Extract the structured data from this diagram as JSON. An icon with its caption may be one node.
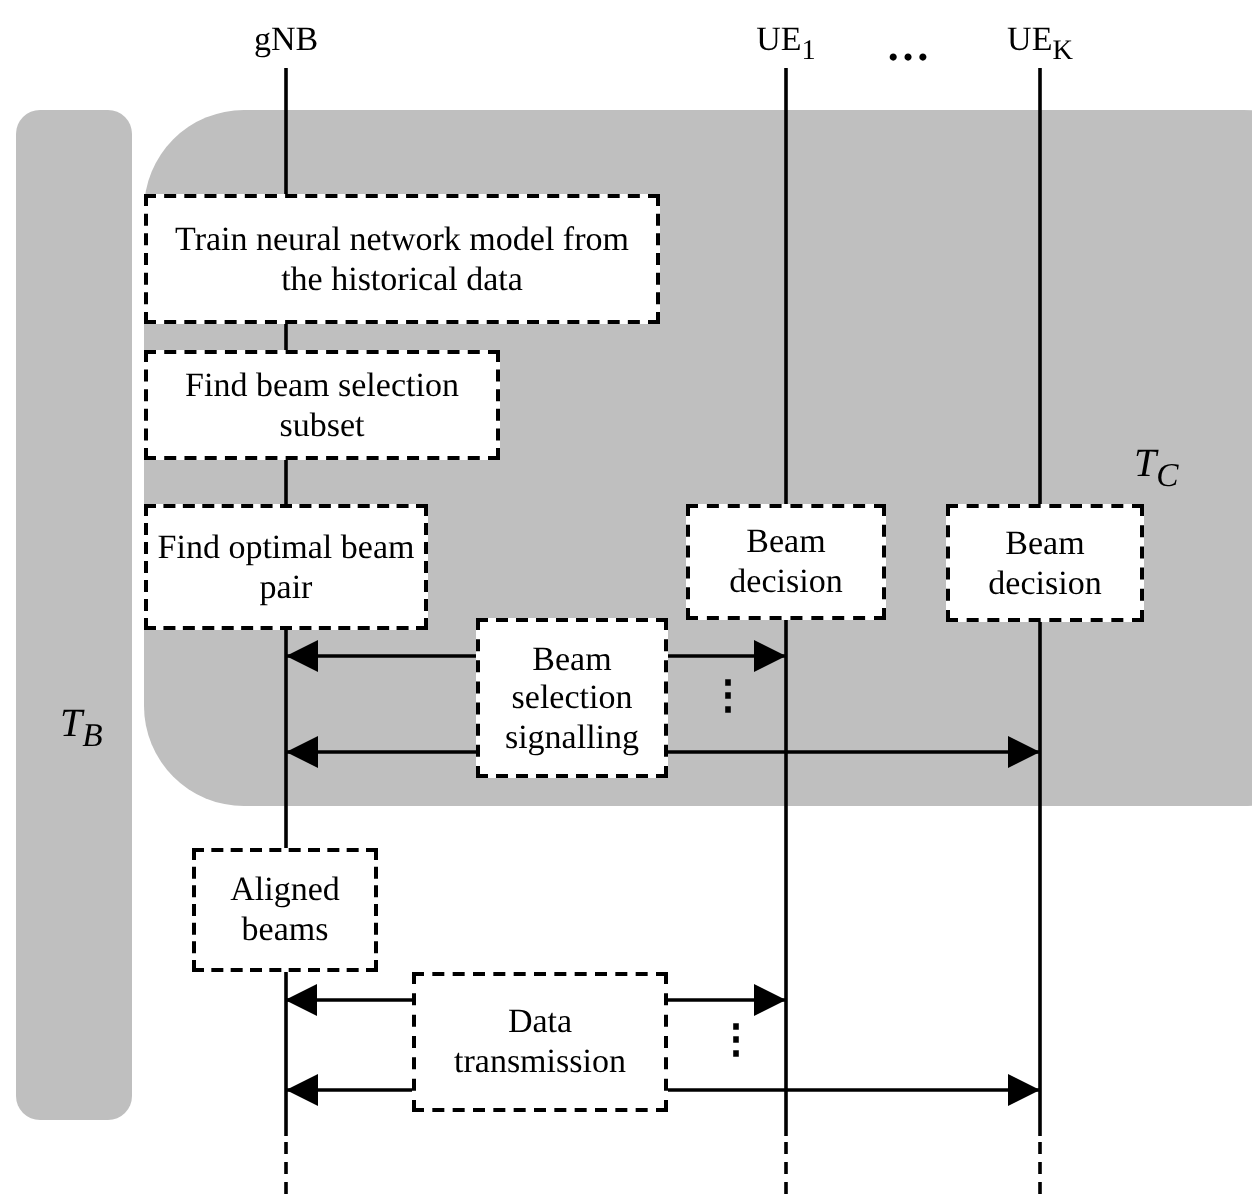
{
  "diagram": {
    "nodes": [
      {
        "text": [
          "T$_{B}$"
        ]
      },
      {
        "text": [
          "T$_{C}$"
        ]
      },
      {
        "text": [
          "gNB"
        ]
      },
      {
        "text": [
          "UE$_{1}$"
        ]
      },
      {
        "text": [
          "UE$_{K}$"
        ]
      },
      {
        "text": [
          "Train neural network model from the historical data"
        ],
        "in": 1
      },
      {
        "text": [
          "Find beam selection subset"
        ],
        "in": 1
      },
      {
        "text": [
          "Find optimal beam pair"
        ],
        "in": 1
      },
      {
        "text": [
          "Beam decision"
        ],
        "in": 1
      },
      {
        "text": [
          "Beam decision"
        ],
        "in": 1
      },
      {
        "text": [
          "Beam selection signalling"
        ],
        "in": 1
      },
      {
        "text": [
          "Aligned beams"
        ]
      },
      {
        "text": [
          "Data transmission"
        ]
      }
    ],
    "edges": [
      {
        "from": 2,
        "to": 5,
        "arrow": "none"
      },
      {
        "from": 5,
        "to": 6,
        "arrow": "none"
      },
      {
        "from": 6,
        "to": 7,
        "arrow": "none"
      },
      {
        "from": 7,
        "to": 11,
        "arrow": "none"
      },
      {
        "from": 11,
        "to": null,
        "arrow": "none"
      },
      {
        "from": 3,
        "to": 8,
        "arrow": "none"
      },
      {
        "from": 8,
        "to": null,
        "arrow": "none"
      },
      {
        "from": 4,
        "to": 9,
        "arrow": "none"
      },
      {
        "from": 9,
        "to": null,
        "arrow": "none"
      },
      {
        "from": 10,
        "to": 7,
        "arrow": "to"
      },
      {
        "from": 10,
        "to": null,
        "arrow": "to"
      },
      {
        "from": 10,
        "to": 8,
        "arrow": "to"
      },
      {
        "from": 10,
        "to": null,
        "arrow": "to"
      },
      {
        "from": 12,
        "to": 11,
        "arrow": "to"
      },
      {
        "from": 12,
        "to": null,
        "arrow": "to"
      },
      {
        "from": 12,
        "to": null,
        "arrow": "to"
      },
      {
        "from": 12,
        "to": null,
        "arrow": "to"
      }
    ],
    "labels": [
      "…",
      "⋮",
      "⋮"
    ]
  }
}
